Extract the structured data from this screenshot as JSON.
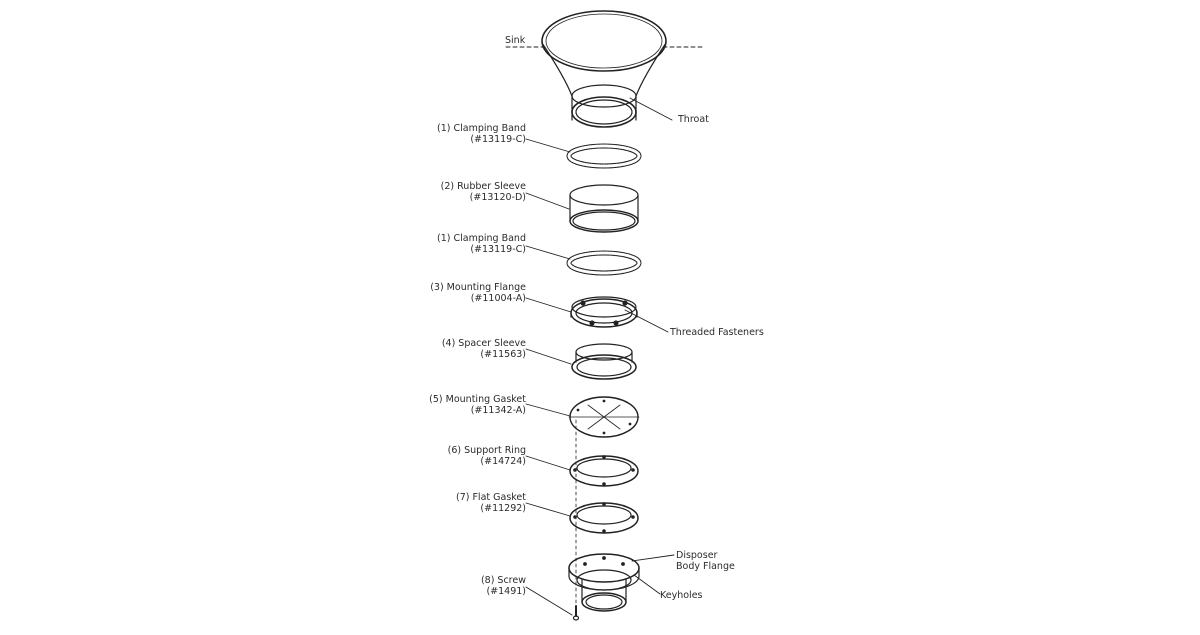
{
  "diagram": {
    "labels": {
      "sink": "Sink",
      "throat": "Throat",
      "clamp_top": [
        "(1) Clamping Band",
        "(#13119-C)"
      ],
      "rubber": [
        "(2) Rubber Sleeve",
        "(#13120-D)"
      ],
      "clamp_bottom": [
        "(1) Clamping Band",
        "(#13119-C)"
      ],
      "mount_flange": [
        "(3) Mounting Flange",
        "(#11004-A)"
      ],
      "threaded": "Threaded Fasteners",
      "spacer": [
        "(4) Spacer Sleeve",
        "(#11563)"
      ],
      "gasket": [
        "(5) Mounting Gasket",
        "(#11342-A)"
      ],
      "support": [
        "(6) Support Ring",
        "(#14724)"
      ],
      "flat": [
        "(7) Flat Gasket",
        "(#11292)"
      ],
      "disposer": [
        "Disposer",
        "Body Flange"
      ],
      "keyholes": "Keyholes",
      "screw": [
        "(8) Screw",
        "(#1491)"
      ]
    },
    "line_color": "#222222"
  }
}
